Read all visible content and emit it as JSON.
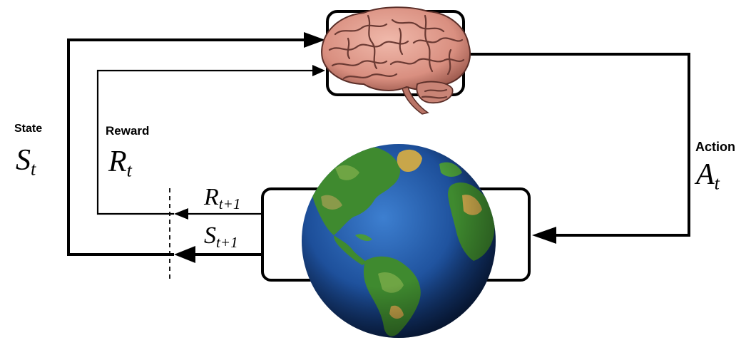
{
  "agent": {
    "icon": "brain-icon"
  },
  "environment": {
    "icon": "earth-globe-icon"
  },
  "signals": {
    "state": {
      "label": "State",
      "symbol": "S",
      "subscript": "t"
    },
    "reward": {
      "label": "Reward",
      "symbol": "R",
      "subscript": "t"
    },
    "action": {
      "label": "Action",
      "symbol": "A",
      "subscript": "t"
    },
    "next_reward": {
      "symbol": "R",
      "subscript": "t+1"
    },
    "next_state": {
      "symbol": "S",
      "subscript": "t+1"
    }
  },
  "colors": {
    "line": "#000000",
    "brain_base": "#e2a395",
    "brain_fold": "#6b3a33",
    "ocean": "#1d4f9a",
    "land": "#3f8a2f",
    "desert": "#c8a64a"
  }
}
